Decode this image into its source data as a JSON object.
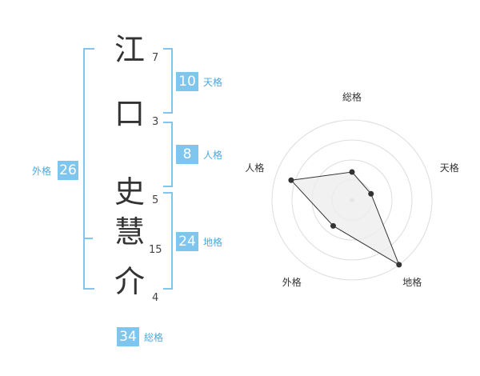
{
  "name": {
    "chars": [
      {
        "char": "江",
        "strokes": "7"
      },
      {
        "char": "口",
        "strokes": "3"
      },
      {
        "char": "史",
        "strokes": "5"
      },
      {
        "char": "慧",
        "strokes": "15"
      },
      {
        "char": "介",
        "strokes": "4"
      }
    ]
  },
  "fortune": {
    "tenkaku": {
      "value": "10",
      "label": "天格"
    },
    "jinkaku": {
      "value": "8",
      "label": "人格"
    },
    "chikaku": {
      "value": "24",
      "label": "地格"
    },
    "gaikaku": {
      "value": "26",
      "label": "外格"
    },
    "soukaku": {
      "value": "34",
      "label": "総格"
    }
  },
  "chart_data": {
    "type": "radar",
    "axes": [
      "総格",
      "天格",
      "地格",
      "外格",
      "人格"
    ],
    "values": [
      0.35,
      0.25,
      1.0,
      0.4,
      0.8
    ],
    "range": [
      0,
      1
    ],
    "rings": 4,
    "colors": {
      "line": "#333333",
      "fill": "#eeeeee",
      "ring": "#dddddd",
      "point": "#333333"
    }
  }
}
